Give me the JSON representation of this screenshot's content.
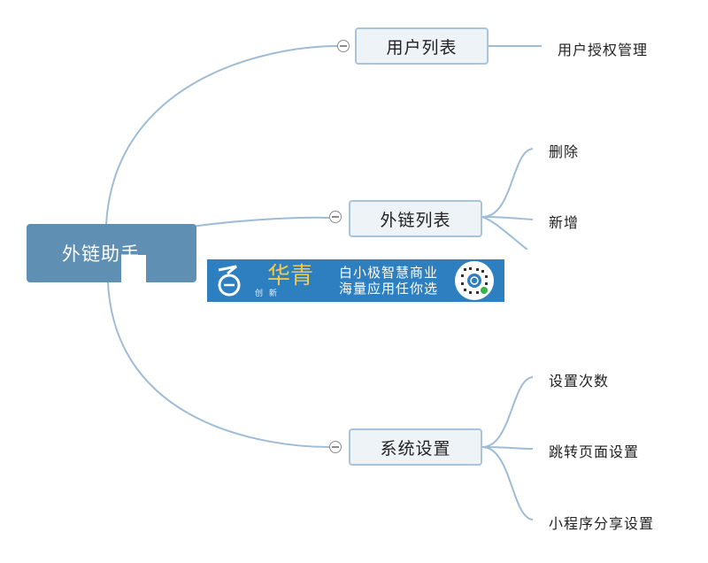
{
  "mindmap": {
    "root": {
      "label": "外链助手"
    },
    "branches": [
      {
        "label": "用户列表",
        "children": [
          "用户授权管理"
        ]
      },
      {
        "label": "外链列表",
        "children": [
          "删除",
          "新增"
        ]
      },
      {
        "label": "系统设置",
        "children": [
          "设置次数",
          "跳转页面设置",
          "小程序分享设置"
        ]
      }
    ]
  },
  "ad_banner": {
    "brand_mark": "华青",
    "brand_sub": "创 新",
    "line1": "白小极智慧商业",
    "line2": "海量应用任你选"
  },
  "colors": {
    "root_fill": "#5f8fb3",
    "branch_fill": "#eef3f8",
    "branch_border": "#a9c3da",
    "connector": "#9fbcd6",
    "banner_fill": "#2d7fc0"
  }
}
